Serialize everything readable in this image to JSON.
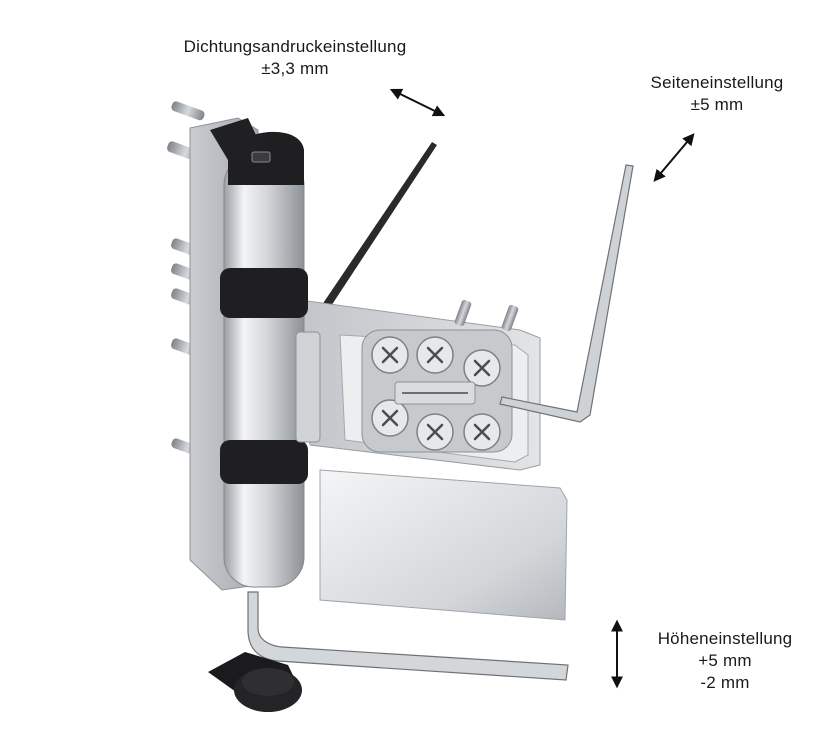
{
  "labels": {
    "seal_pressure": {
      "title": "Dichtungsandruckeinstellung",
      "value": "±3,3 mm"
    },
    "lateral": {
      "title": "Seiteneinstellung",
      "value": "±5 mm"
    },
    "height": {
      "title": "Höheneinstellung",
      "value_up": "+5 mm",
      "value_down": "-2 mm"
    }
  },
  "colors": {
    "metal_light": "#e4e6e8",
    "metal_mid": "#b8bcc0",
    "metal_dark": "#8a8f94",
    "black_part": "#1d1d1f",
    "arrow": "#111111"
  }
}
